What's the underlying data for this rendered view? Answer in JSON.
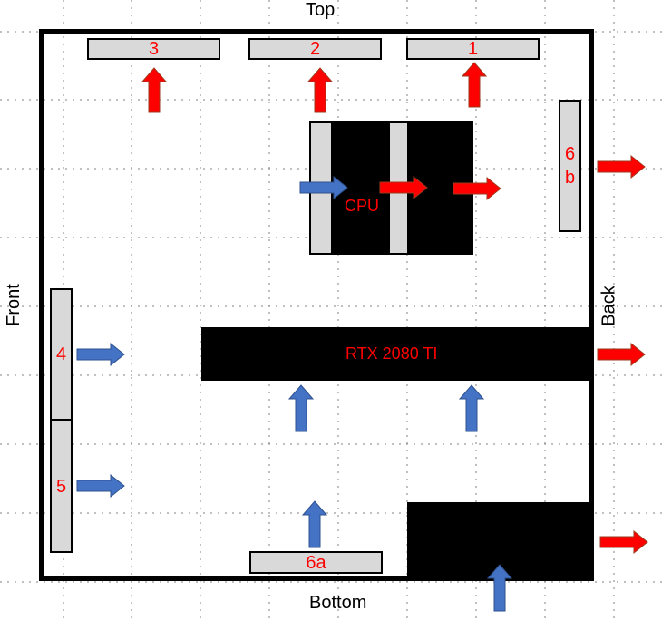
{
  "labels": {
    "top": "Top",
    "bottom": "Bottom",
    "front": "Front",
    "back": "Back"
  },
  "fans": {
    "fan1": "1",
    "fan2": "2",
    "fan3": "3",
    "fan4": "4",
    "fan5": "5",
    "fan6a": "6a",
    "fan6b": "6\nb"
  },
  "components": {
    "cpu": "CPU",
    "gpu": "RTX 2080 TI"
  },
  "colors": {
    "exhaust_arrow": "#ff0000",
    "intake_arrow": "#4472c4",
    "fan_fill": "#d9d9d9",
    "label_text": "#ff0000"
  }
}
